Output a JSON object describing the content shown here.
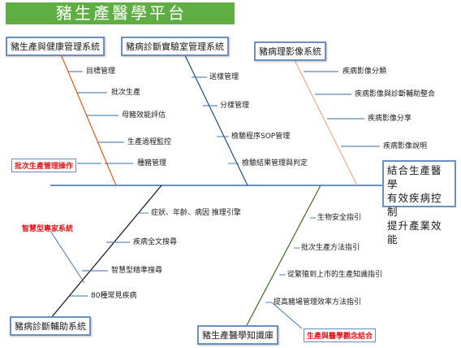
{
  "title": "豬生產醫學平台",
  "head_lines": [
    "結合生產醫學",
    "有效疾病控制",
    "提升產業效能"
  ],
  "top_categories": [
    {
      "label": "豬生產與健康管理系統",
      "items": [
        "目標管理",
        "批次生產",
        "母豬效能評估",
        "生產過程監控",
        "種豬管理"
      ]
    },
    {
      "label": "豬病診斷實驗室管理系統",
      "items": [
        "送樣管理",
        "分樣管理",
        "檢驗程序SOP管理",
        "檢驗結果管理與判定"
      ]
    },
    {
      "label": "豬病理影像系統",
      "items": [
        "疾病影像分類",
        "疾病影像與診斷輔助整合",
        "疾病影像分享",
        "疾病影像說明"
      ]
    }
  ],
  "bottom_categories": [
    {
      "label": "豬病診斷輔助系統",
      "items": [
        "症狀、年齡、病因 推理引擎",
        "疾病全文搜尋",
        "智慧型精準搜尋",
        "80種常見疾病"
      ]
    },
    {
      "label": "豬生產醫學知識庫",
      "items": [
        "生物安全指引",
        "批次生產方法指引",
        "從繁殖到上市的生產知識指引",
        "提高豬場管理效率方法指引"
      ]
    }
  ],
  "annotations": {
    "batch_production": "批次生產管理操作",
    "expert_system": "智慧型專家系統",
    "production_medicine": "生產與醫學觀念結合"
  }
}
